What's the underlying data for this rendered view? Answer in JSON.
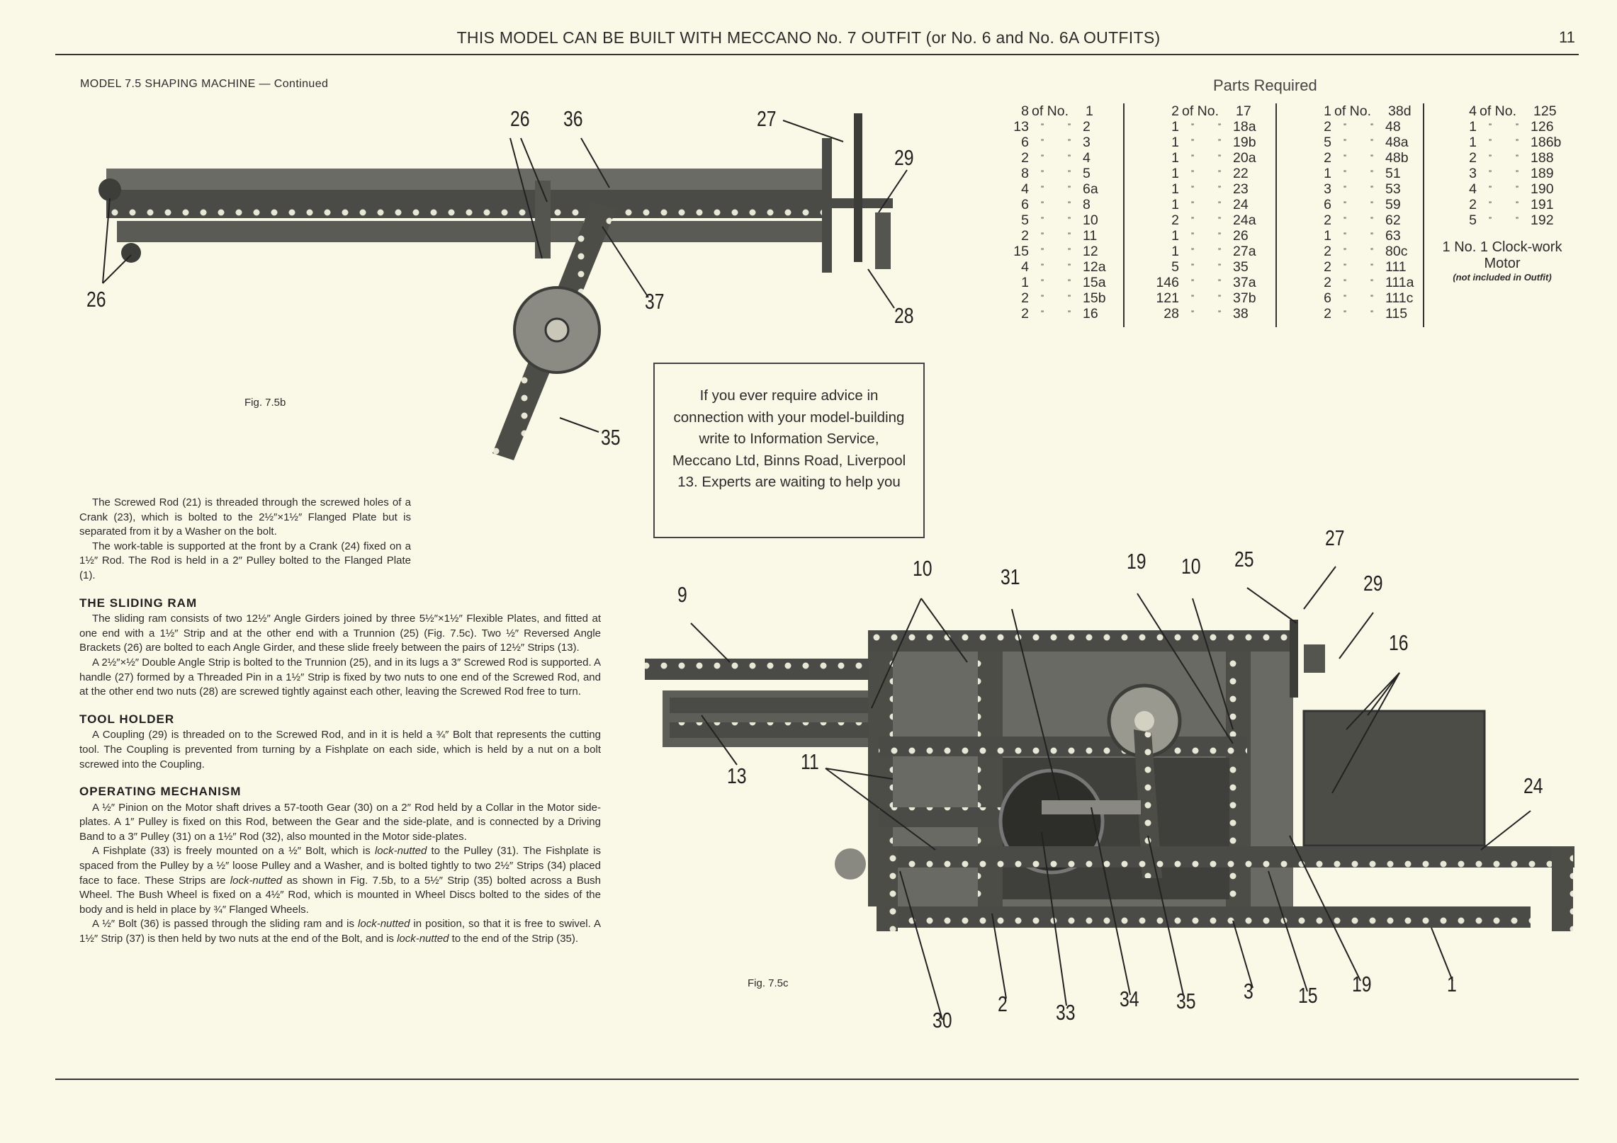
{
  "header": {
    "title": "THIS MODEL CAN BE BUILT WITH MECCANO No. 7 OUTFIT (or No. 6 and No. 6A OUTFITS)",
    "page_number": "11"
  },
  "model_title": "MODEL 7.5  SHAPING MACHINE — Continued",
  "figures": {
    "fig_b_caption": "Fig. 7.5b",
    "fig_c_caption": "Fig. 7.5c",
    "fig_b_labels": [
      "26",
      "36",
      "27",
      "29",
      "26",
      "37",
      "28",
      "35"
    ],
    "fig_c_labels": [
      "10",
      "31",
      "19",
      "10",
      "25",
      "27",
      "29",
      "9",
      "16",
      "13",
      "11",
      "24",
      "30",
      "2",
      "33",
      "34",
      "35",
      "3",
      "15",
      "19",
      "1"
    ]
  },
  "parts": {
    "title": "Parts Required",
    "of_no": "of No.",
    "ditto": "”",
    "columns": [
      [
        [
          "8",
          "1"
        ],
        [
          "13",
          "2"
        ],
        [
          "6",
          "3"
        ],
        [
          "2",
          "4"
        ],
        [
          "8",
          "5"
        ],
        [
          "4",
          "6a"
        ],
        [
          "6",
          "8"
        ],
        [
          "5",
          "10"
        ],
        [
          "2",
          "11"
        ],
        [
          "15",
          "12"
        ],
        [
          "4",
          "12a"
        ],
        [
          "1",
          "15a"
        ],
        [
          "2",
          "15b"
        ],
        [
          "2",
          "16"
        ]
      ],
      [
        [
          "2",
          "17"
        ],
        [
          "1",
          "18a"
        ],
        [
          "1",
          "19b"
        ],
        [
          "1",
          "20a"
        ],
        [
          "1",
          "22"
        ],
        [
          "1",
          "23"
        ],
        [
          "1",
          "24"
        ],
        [
          "2",
          "24a"
        ],
        [
          "1",
          "26"
        ],
        [
          "1",
          "27a"
        ],
        [
          "5",
          "35"
        ],
        [
          "146",
          "37a"
        ],
        [
          "121",
          "37b"
        ],
        [
          "28",
          "38"
        ]
      ],
      [
        [
          "1",
          "38d"
        ],
        [
          "2",
          "48"
        ],
        [
          "5",
          "48a"
        ],
        [
          "2",
          "48b"
        ],
        [
          "1",
          "51"
        ],
        [
          "3",
          "53"
        ],
        [
          "6",
          "59"
        ],
        [
          "2",
          "62"
        ],
        [
          "1",
          "63"
        ],
        [
          "2",
          "80c"
        ],
        [
          "2",
          "111"
        ],
        [
          "2",
          "111a"
        ],
        [
          "6",
          "111c"
        ],
        [
          "2",
          "115"
        ]
      ],
      [
        [
          "4",
          "125"
        ],
        [
          "1",
          "126"
        ],
        [
          "1",
          "186b"
        ],
        [
          "2",
          "188"
        ],
        [
          "3",
          "189"
        ],
        [
          "4",
          "190"
        ],
        [
          "2",
          "191"
        ],
        [
          "5",
          "192"
        ]
      ]
    ],
    "motor_note": "1 No. 1 Clock-work Motor",
    "motor_note_small": "(not included in Outfit)"
  },
  "advice": "If you ever require advice in connection with your model-building write to Information Service, Meccano Ltd, Binns Road, Liverpool 13. Experts are waiting to help you",
  "text": {
    "intro": [
      [
        {
          "t": "The Screwed Rod (21) is threaded through the screwed holes of a Crank (23), which is bolted to the 2½″×1½″ Flanged Plate but is separated from it by a Washer on the bolt."
        }
      ],
      [
        {
          "t": "The work-table is supported at the front by a Crank (24) fixed on a 1½″ Rod. The Rod is held in a 2″ Pulley bolted to the Flanged Plate (1)."
        }
      ]
    ],
    "sliding_ram_heading": "THE SLIDING RAM",
    "sliding_ram": [
      [
        {
          "t": "The sliding ram consists of two 12½″ Angle Girders joined by three 5½″×1½″ Flexible Plates, and fitted at one end with a 1½″ Strip and at the other end with a Trunnion (25) (Fig. 7.5c). Two ½″ Reversed Angle Brackets (26) are bolted to each Angle Girder, and these slide freely between the pairs of 12½″ Strips (13)."
        }
      ],
      [
        {
          "t": "A 2½″×½″ Double Angle Strip is bolted to the Trunnion (25), and in its lugs a 3″ Screwed Rod is supported. A handle (27) formed by a Threaded Pin in a 1½″ Strip is fixed by two nuts to one end of the Screwed Rod, and at the other end two nuts (28) are screwed tightly against each other, leaving the Screwed Rod free to turn."
        }
      ]
    ],
    "tool_holder_heading": "TOOL HOLDER",
    "tool_holder": [
      [
        {
          "t": "A Coupling (29) is threaded on to the Screwed Rod, and in it is held a ¾″ Bolt that represents the cutting tool. The Coupling is prevented from turning by a Fishplate on each side, which is held by a nut on a bolt screwed into the Coupling."
        }
      ]
    ],
    "operating_heading": "OPERATING MECHANISM",
    "operating": [
      [
        {
          "t": "A ½″ Pinion on the Motor shaft drives a 57-tooth Gear (30) on a 2″ Rod held by a Collar in the Motor side-plates. A 1″ Pulley is fixed on this Rod, between the Gear and the side-plate, and is connected by a Driving Band to a 3″ Pulley (31) on a 1½″ Rod (32), also mounted in the Motor side-plates."
        }
      ],
      [
        {
          "t": "A Fishplate (33) is freely mounted on a ½″ Bolt, which is "
        },
        {
          "t": "lock-nutted",
          "i": true
        },
        {
          "t": " to the Pulley (31). The Fishplate is spaced from the Pulley by a ½″ loose Pulley and a Washer, and is bolted tightly to two 2½″ Strips (34) placed face to face. These Strips are "
        },
        {
          "t": "lock-nutted",
          "i": true
        },
        {
          "t": " as shown in Fig. 7.5b, to a 5½″ Strip (35) bolted across a Bush Wheel. The Bush Wheel is fixed on a 4½″ Rod, which is mounted in Wheel Discs bolted to the sides of the body and is held in place by ¾″ Flanged Wheels."
        }
      ],
      [
        {
          "t": "A ½″ Bolt (36) is passed through the sliding ram and is "
        },
        {
          "t": "lock-nutted",
          "i": true
        },
        {
          "t": " in position, so that it is free to swivel. A 1½″ Strip (37) is then held by two nuts at the end of the Bolt, and is "
        },
        {
          "t": "lock-nutted",
          "i": true
        },
        {
          "t": " to the end of the Strip (35)."
        }
      ]
    ]
  }
}
